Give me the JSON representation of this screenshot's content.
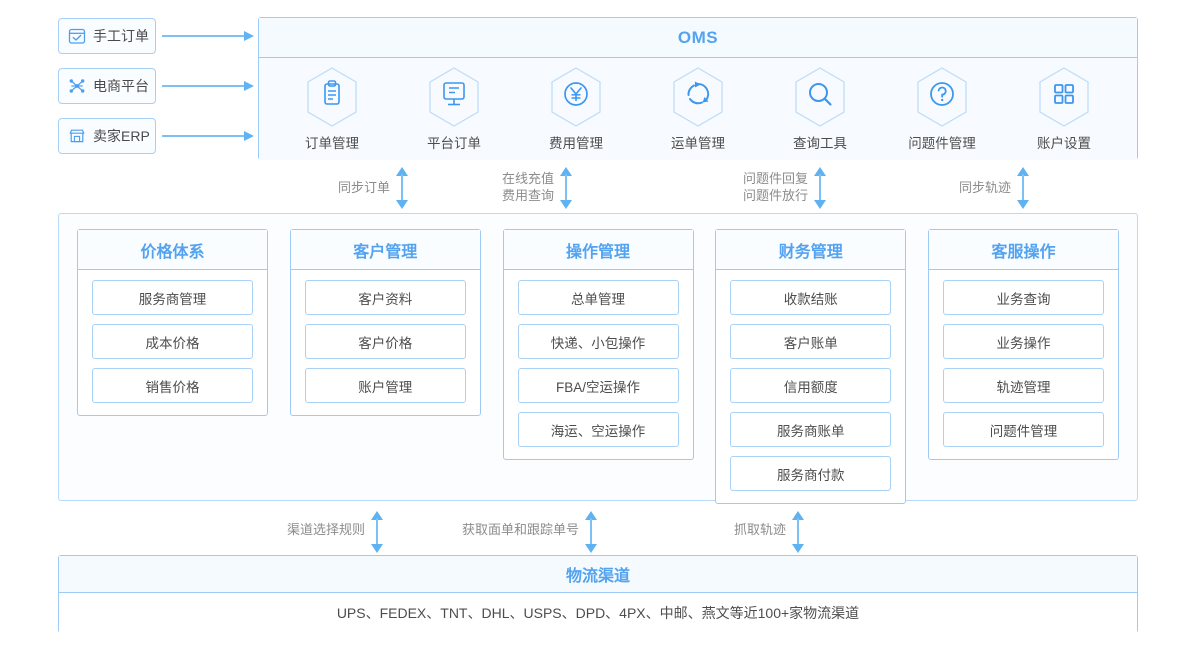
{
  "sources": [
    {
      "label": "手工订单",
      "icon": "calendar-check-icon"
    },
    {
      "label": "电商平台",
      "icon": "network-nodes-icon"
    },
    {
      "label": "卖家ERP",
      "icon": "storefront-icon"
    }
  ],
  "oms": {
    "title": "OMS",
    "items": [
      {
        "label": "订单管理",
        "icon": "clipboard-icon"
      },
      {
        "label": "平台订单",
        "icon": "monitor-icon"
      },
      {
        "label": "费用管理",
        "icon": "yuan-currency-icon"
      },
      {
        "label": "运单管理",
        "icon": "refresh-cycle-icon"
      },
      {
        "label": "查询工具",
        "icon": "search-icon"
      },
      {
        "label": "问题件管理",
        "icon": "question-circle-icon"
      },
      {
        "label": "账户设置",
        "icon": "grid-squares-icon"
      }
    ]
  },
  "upper_connectors": [
    {
      "caption": "同步订单",
      "lines": [
        "同步订单"
      ]
    },
    {
      "caption": "在线充值 费用查询",
      "lines": [
        "在线充值",
        "费用查询"
      ]
    },
    {
      "caption": "问题件回复 问题件放行",
      "lines": [
        "问题件回复",
        "问题件放行"
      ]
    },
    {
      "caption": "同步轨迹",
      "lines": [
        "同步轨迹"
      ]
    }
  ],
  "lower_connectors": [
    {
      "lines": [
        "渠道选择规则"
      ]
    },
    {
      "lines": [
        "获取面单和跟踪单号"
      ]
    },
    {
      "lines": [
        "抓取轨迹"
      ]
    }
  ],
  "middle": {
    "columns": [
      {
        "title": "价格体系",
        "cells": [
          "服务商管理",
          "成本价格",
          "销售价格"
        ]
      },
      {
        "title": "客户管理",
        "cells": [
          "客户资料",
          "客户价格",
          "账户管理"
        ]
      },
      {
        "title": "操作管理",
        "cells": [
          "总单管理",
          "快递、小包操作",
          "FBA/空运操作",
          "海运、空运操作"
        ]
      },
      {
        "title": "财务管理",
        "cells": [
          "收款结账",
          "客户账单",
          "信用额度",
          "服务商账单",
          "服务商付款"
        ]
      },
      {
        "title": "客服操作",
        "cells": [
          "业务查询",
          "业务操作",
          "轨迹管理",
          "问题件管理"
        ]
      }
    ]
  },
  "logistics": {
    "title": "物流渠道",
    "text": "UPS、FEDEX、TNT、DHL、USPS、DPD、4PX、中邮、燕文等近100+家物流渠道"
  },
  "colors": {
    "accent": "#53a3f0",
    "border": "#9ecbf5",
    "arrow": "#5fb2f2",
    "text": "#4d4d4d",
    "muted": "#8c8c8c"
  }
}
